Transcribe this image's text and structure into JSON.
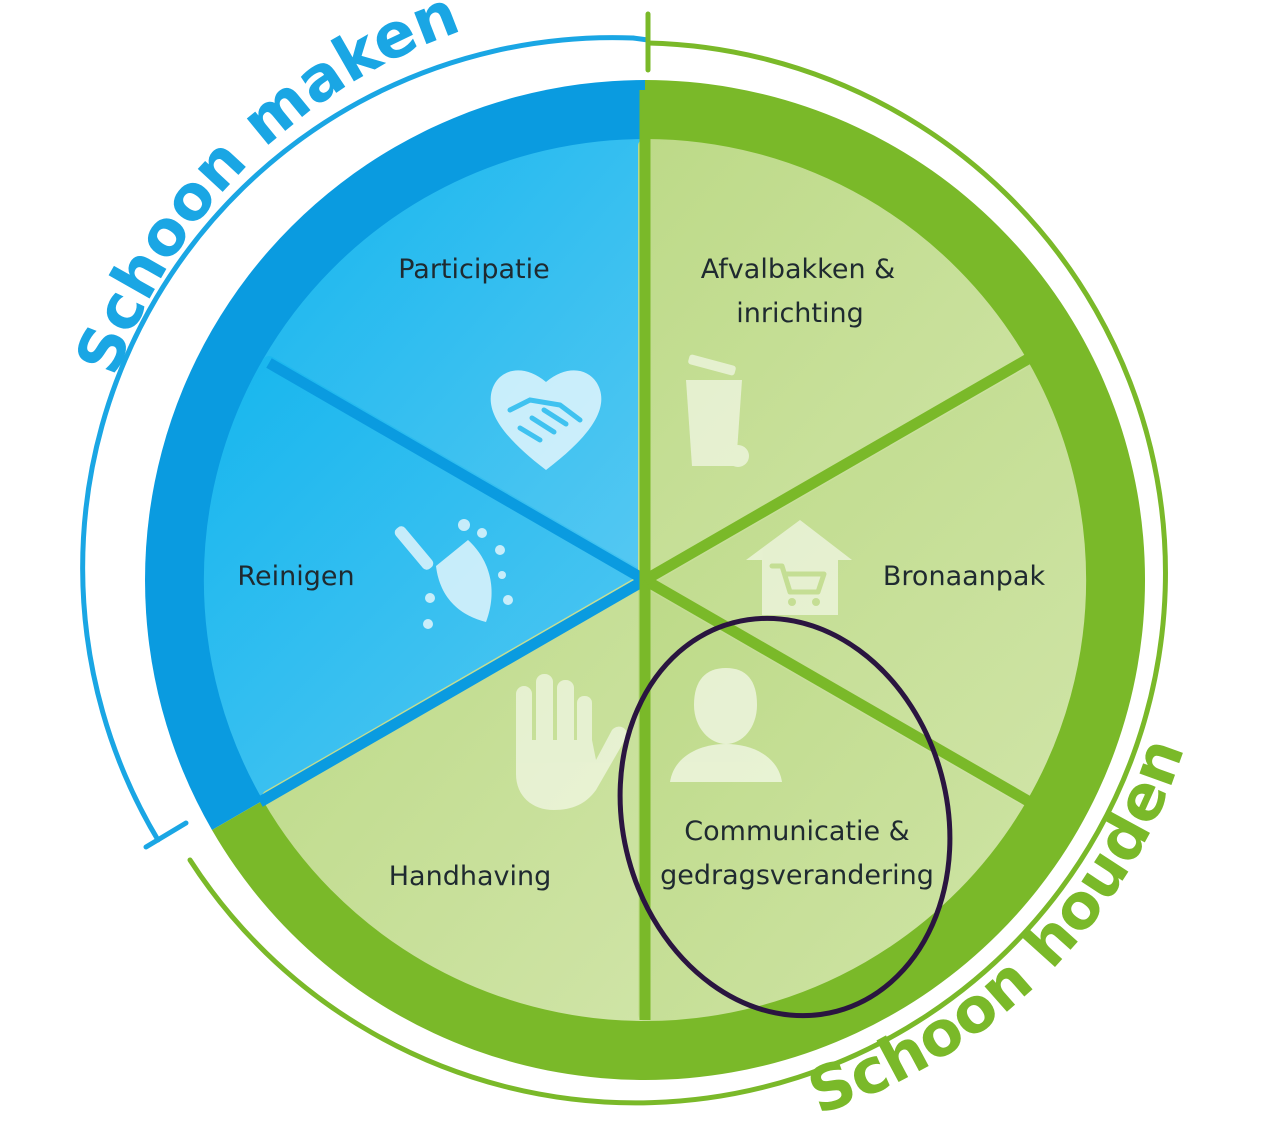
{
  "diagram": {
    "groups": {
      "schoon_maken": "Schoon maken",
      "schoon_houden": "Schoon houden"
    },
    "segments": {
      "participatie": "Participatie",
      "reinigen": "Reinigen",
      "afvalbakken_line1": "Afvalbakken &",
      "afvalbakken_line2": "inrichting",
      "bronaanpak": "Bronaanpak",
      "communicatie_line1": "Communicatie &",
      "communicatie_line2": "gedragsverandering",
      "handhaving": "Handhaving"
    },
    "icons": {
      "participatie": "heart-handshake-icon",
      "reinigen": "broom-icon",
      "afvalbakken": "wheelie-bin-icon",
      "bronaanpak": "house-cart-icon",
      "communicatie": "person-icon",
      "handhaving": "raised-hand-icon"
    },
    "colors": {
      "blue_dark": "#0a9be0",
      "blue_light": "#3fc2f0",
      "green_dark": "#7ab929",
      "green_light": "#c5de94",
      "highlight": "#2a1540"
    },
    "highlighted_segment": "Communicatie & gedragsverandering"
  }
}
